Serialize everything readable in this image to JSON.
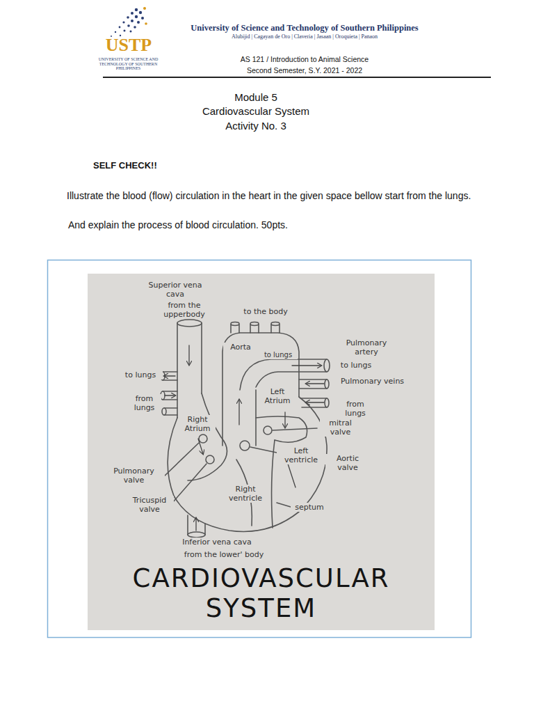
{
  "diagram": {
    "title": "Cardiovascular System",
    "caption": "CARDIOVASCULAR SYSTEM",
    "labels": [
      "USTP",
      "UNIVERSITY OF SCIENCE AND TECHNOLOGY OF SOUTHERN PHILIPPINES",
      "University of Science and Technology of Southern Philippines",
      "Alubijid | Cagayan de Oro | Claveria | Jasaan | Oroquieta | Panaon",
      "AS 121 / Introduction to Animal Science",
      "Second Semester, S.Y. 2021 - 2022",
      "Module 5",
      "Activity No. 3",
      "SELF CHECK!!",
      "Illustrate the blood (flow) circulation in the heart in the given space bellow start from the lungs.",
      "And explain the process of blood circulation. 50pts.",
      "Superior vena cava",
      "from the upperbody",
      "to the body",
      "Aorta",
      "Pulmonary artery",
      "to lungs",
      "to lungs",
      "to lungs",
      "Pulmonary veins",
      "from lungs",
      "from lungs",
      "Left Atrium",
      "Right Atrium",
      "mitral valve",
      "Left ventricle",
      "Aortic valve",
      "Right ventricle",
      "Pulmonary valve",
      "Tricuspid valve",
      "septum",
      "Inferior vena cava",
      "from the lower' body"
    ]
  }
}
